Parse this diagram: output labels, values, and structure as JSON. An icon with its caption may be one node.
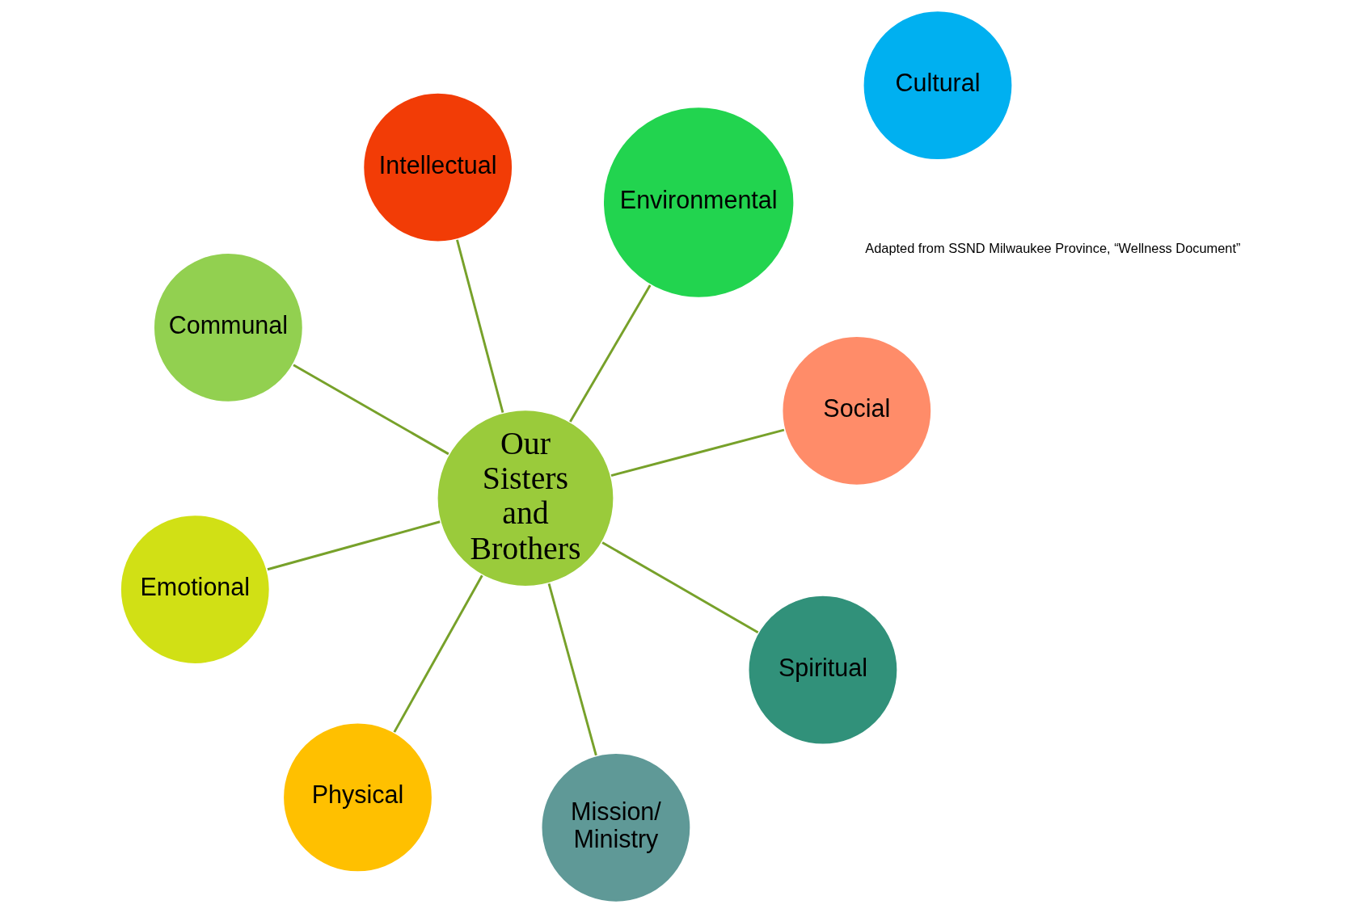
{
  "diagram": {
    "nodes": [
      {
        "text": [
          "Our Sisters and Brothers"
        ]
      },
      {
        "text": [
          "Social"
        ]
      },
      {
        "text": [
          "Physical"
        ]
      },
      {
        "text": [
          "Communal"
        ]
      },
      {
        "text": [
          "Environmental"
        ]
      },
      {
        "text": [
          "Cultural"
        ]
      },
      {
        "text": [
          "Intellectual"
        ]
      },
      {
        "text": [
          "Emotional"
        ]
      },
      {
        "text": [
          "Spiritual"
        ]
      },
      {
        "text": [
          "Mission/ Ministry"
        ]
      }
    ],
    "edges": [
      {
        "from": 1,
        "to": 0,
        "arrow": "none"
      },
      {
        "from": 2,
        "to": 0,
        "arrow": "none"
      },
      {
        "from": 3,
        "to": 0,
        "arrow": "none"
      },
      {
        "from": 4,
        "to": 0,
        "arrow": "none"
      },
      {
        "from": 6,
        "to": 0,
        "arrow": "none"
      },
      {
        "from": 7,
        "to": 0,
        "arrow": "none"
      },
      {
        "from": 8,
        "to": 0,
        "arrow": "none"
      },
      {
        "from": 9,
        "to": 0,
        "arrow": "none"
      }
    ],
    "labels": [
      "Adapted from SSND Milwaukee Province, “Wellness Document”"
    ]
  }
}
